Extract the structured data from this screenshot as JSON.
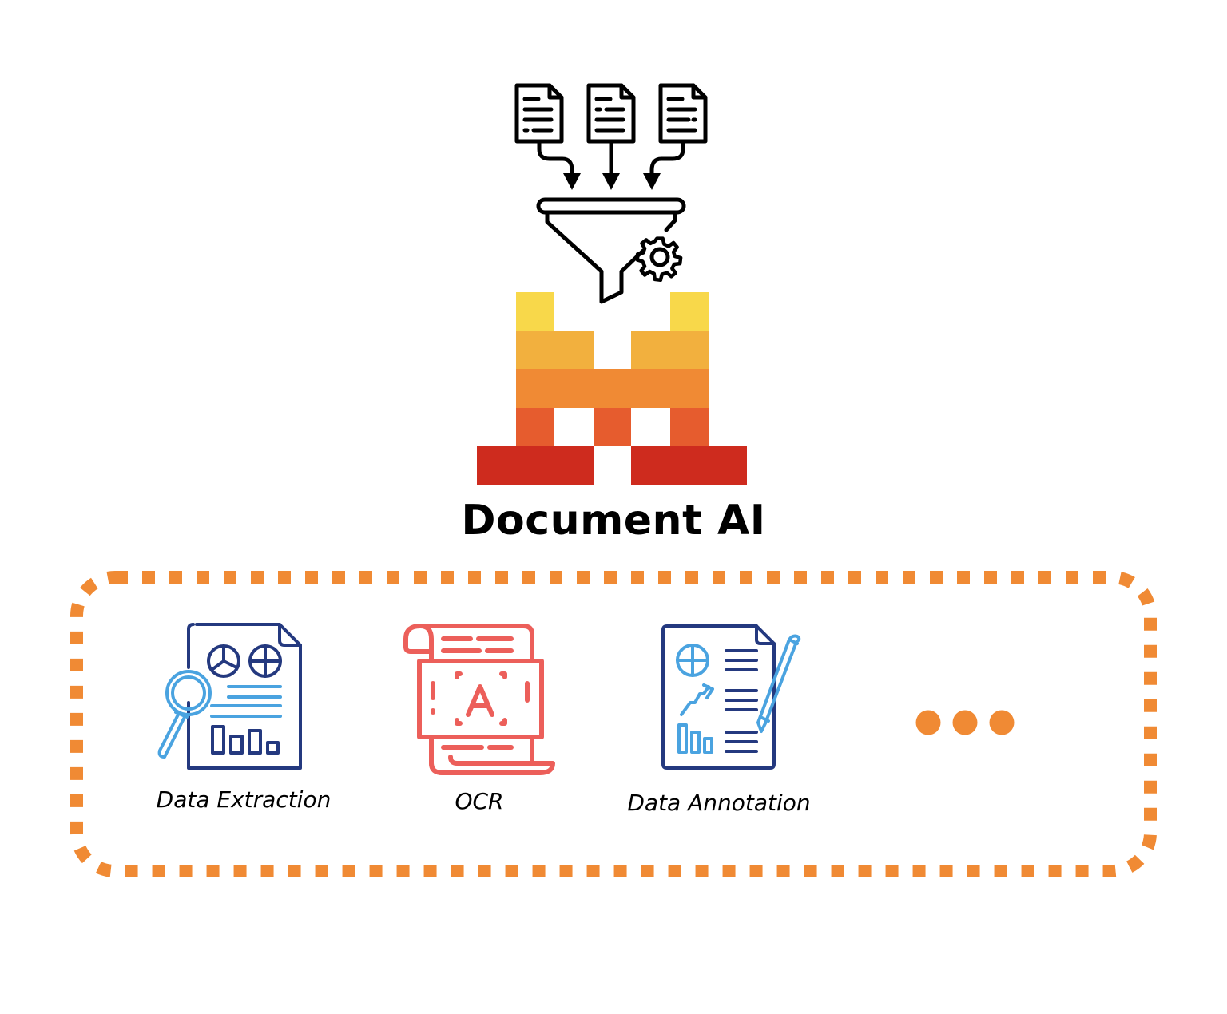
{
  "title": "Document AI",
  "pipeline": {
    "input_icons": [
      "document-icon",
      "document-icon",
      "document-icon"
    ],
    "process_icon": "funnel-gear-icon"
  },
  "logo": {
    "name": "pixel-m-logo",
    "colors": {
      "row1": "#F8D84A",
      "row2": "#F2B03E",
      "row3": "#F08A34",
      "row4": "#E65C2E",
      "row5": "#CE2B1E"
    }
  },
  "capabilities": {
    "border_color": "#F08A34",
    "items": [
      {
        "label": "Data Extraction",
        "icon": "report-magnifier-icon",
        "primary_color": "#24397F",
        "accent_color": "#4AA3E0"
      },
      {
        "label": "OCR",
        "icon": "ocr-scroll-icon",
        "primary_color": "#EC5F5A"
      },
      {
        "label": "Data Annotation",
        "icon": "annotated-report-pencil-icon",
        "primary_color": "#24397F",
        "accent_color": "#4AA3E0"
      }
    ],
    "more_indicator": "ellipsis-icon"
  }
}
